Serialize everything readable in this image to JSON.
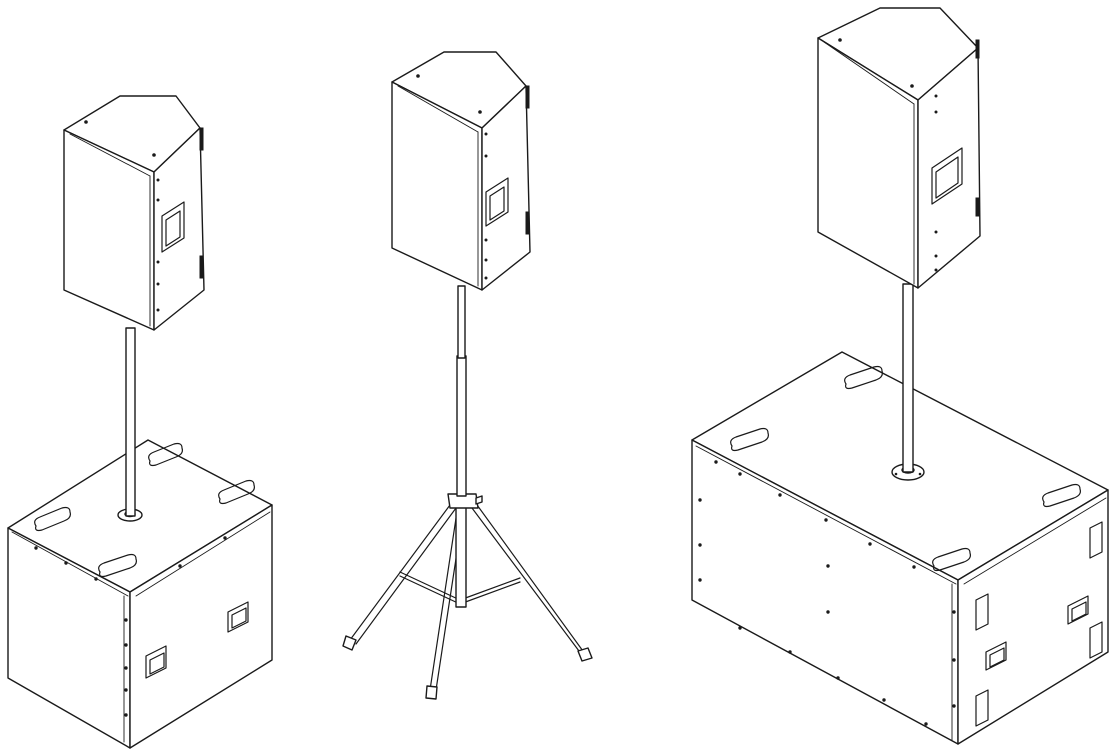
{
  "figure": {
    "background": "#ffffff",
    "line_color": "#1a1a1a",
    "setups": [
      {
        "id": "setup-a",
        "components": [
          "top-speaker",
          "pole",
          "compact-subwoofer"
        ]
      },
      {
        "id": "setup-b",
        "components": [
          "top-speaker",
          "tripod-stand"
        ]
      },
      {
        "id": "setup-c",
        "components": [
          "top-speaker",
          "pole",
          "large-subwoofer"
        ]
      }
    ]
  }
}
